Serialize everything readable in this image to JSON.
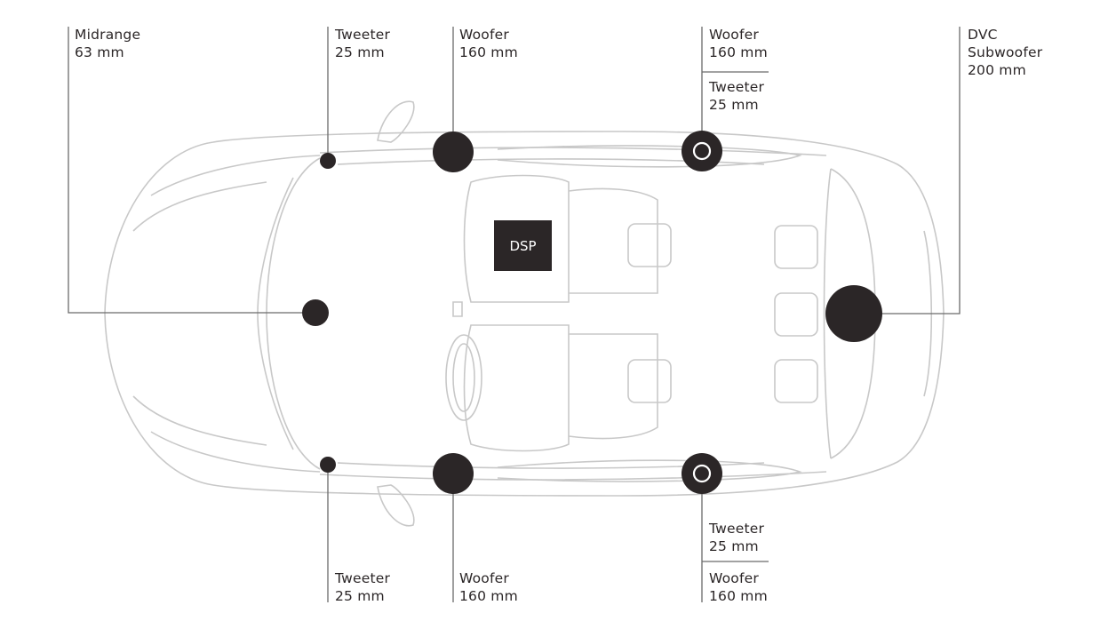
{
  "colors": {
    "speaker": "#2b2627",
    "leader_line": "#6b6b6b",
    "car_outline": "#c8c8c8"
  },
  "dsp": {
    "label": "DSP"
  },
  "callouts": {
    "midrange": {
      "name": "Midrange",
      "size": "63 mm"
    },
    "tweeter_front_left": {
      "name": "Tweeter",
      "size": "25 mm"
    },
    "woofer_front_left": {
      "name": "Woofer",
      "size": "160 mm"
    },
    "rear_left_woofer": {
      "name": "Woofer",
      "size": "160 mm"
    },
    "rear_left_tweeter": {
      "name": "Tweeter",
      "size": "25 mm"
    },
    "subwoofer": {
      "line1": "DVC",
      "line2": "Subwoofer",
      "size": "200 mm"
    },
    "tweeter_front_right": {
      "name": "Tweeter",
      "size": "25 mm"
    },
    "woofer_front_right": {
      "name": "Woofer",
      "size": "160 mm"
    },
    "rear_right_tweeter": {
      "name": "Tweeter",
      "size": "25 mm"
    },
    "rear_right_woofer": {
      "name": "Woofer",
      "size": "160 mm"
    }
  }
}
